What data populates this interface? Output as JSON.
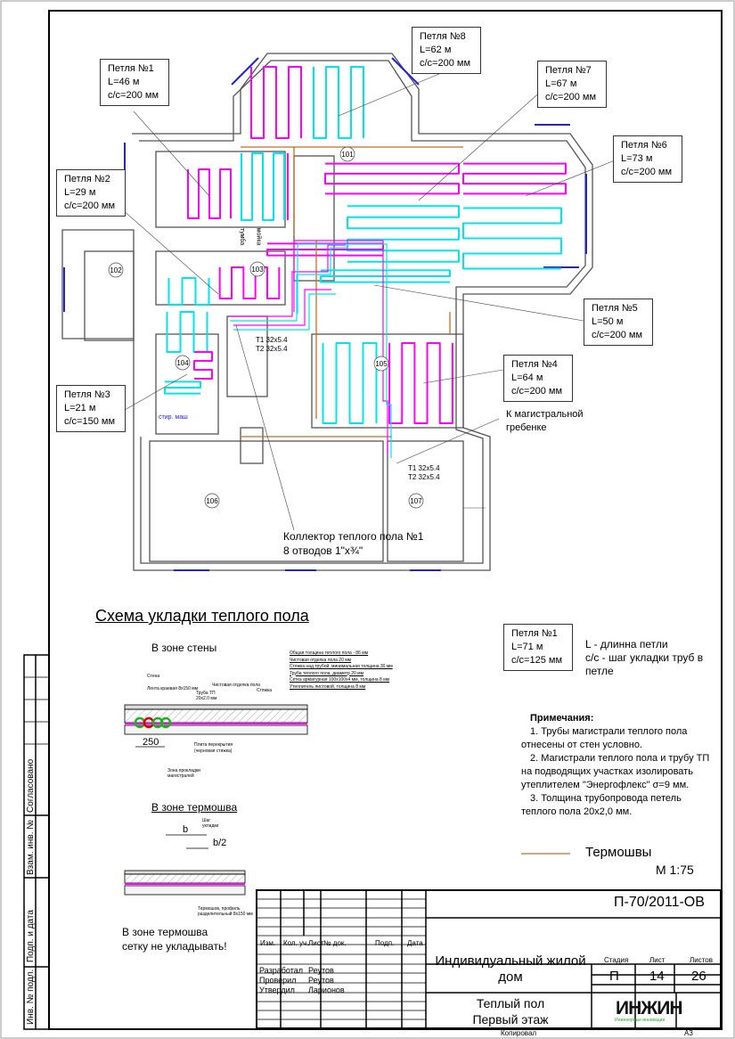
{
  "loops": [
    {
      "title": "Петля №1",
      "length": "L=46 м",
      "step": "с/с=200 мм"
    },
    {
      "title": "Петля №8",
      "length": "L=62 м",
      "step": "с/с=200 мм"
    },
    {
      "title": "Петля №7",
      "length": "L=67 м",
      "step": "с/с=200 мм"
    },
    {
      "title": "Петля №6",
      "length": "L=73 м",
      "step": "с/с=200 мм"
    },
    {
      "title": "Петля №2",
      "length": "L=29 м",
      "step": "с/с=200 мм"
    },
    {
      "title": "Петля №5",
      "length": "L=50 м",
      "step": "с/с=200 мм"
    },
    {
      "title": "Петля №4",
      "length": "L=64 м",
      "step": "с/с=200 мм"
    },
    {
      "title": "Петля №3",
      "length": "L=21 м",
      "step": "с/с=150 мм"
    }
  ],
  "rooms": [
    "101",
    "102",
    "103",
    "104",
    "105",
    "106",
    "107"
  ],
  "pipe_labels": {
    "t1": "Т1 32х5.4",
    "t2": "Т2 32х5.4"
  },
  "fixtures": {
    "washer": "стир. маш",
    "cabinet1": "тумба",
    "cabinet2": "мойка"
  },
  "main_manifold": [
    "К магистральной",
    "гребенке"
  ],
  "collector": [
    "Коллектор теплого пола №1",
    "8 отводов 1\"х¾\""
  ],
  "scheme_title": "Схема укладки теплого пола",
  "legend": {
    "example": {
      "title": "Петля №1",
      "length": "L=71 м",
      "step": "с/с=125 мм"
    },
    "explanation": [
      "L - длинна петли",
      "с/с - шаг укладки труб в",
      "петле"
    ]
  },
  "notes": {
    "title": "Примечания:",
    "lines": [
      "1. Трубы магистрали теплого пола",
      "отнесены от стен условно.",
      "2. Магистрали теплого пола и трубу ТП",
      "на подводящих участках изолировать",
      "утеплителем \"Энергофлекс\" σ=9 мм.",
      "3. Толщина трубопровода петель",
      "теплого пола 20х2,0 мм."
    ]
  },
  "thermal_joint_legend": "Термошвы",
  "scale": "М 1:75",
  "wall_section": {
    "title": "В зоне стены",
    "layers": [
      "Общая толщина теплого пола - 86 мм",
      "Чистовая отделка пола 20 мм",
      "Стяжка над трубой, минимальная толщина 30 мм",
      "Труба теплого пола, диаметр 20 мм",
      "Сетка арматурная 100х100х4 мм, толщина 8 мм",
      "Утеплитель листовой, толщина 8 мм"
    ],
    "labels": {
      "wall": "Стена",
      "edge_tape": "Лента краевая 8х150 мм",
      "pipe": "Труба ТП",
      "pipe_size": "20х2,0 мм",
      "finish": "Чистовая отделка пола",
      "screed": "Стяжка",
      "slab": "Плита перекрытия",
      "slab2": "(черновая стяжка)",
      "zone": "Зона прокладки",
      "zone2": "магистралей"
    },
    "dimension": "250"
  },
  "joint_section": {
    "title": "В зоне термошва",
    "b": "b",
    "b2": "b/2",
    "step1": "Шаг",
    "step2": "укладки",
    "profile1": "Термошов, профиль",
    "profile2": "разделительный 8х150 мм",
    "warning": [
      "В зоне термошва",
      "сетку не укладывать!"
    ]
  },
  "side_stamp": [
    "Согласовано",
    "Взам. инв. №",
    "Подп. и дата",
    "Инв. № подл."
  ],
  "title_block": {
    "code": "П-70/2011-ОВ",
    "headers": [
      "Изм.",
      "Кол. уч.",
      "Лист",
      "№ док.",
      "Подп.",
      "Дата"
    ],
    "roles": [
      [
        "Разработал",
        "Реутов"
      ],
      [
        "Проверил",
        "Реутов"
      ],
      [
        "Утвердил",
        "Ларионов"
      ]
    ],
    "project": [
      "Индивидуальный жилой",
      "дом"
    ],
    "sheet_title": [
      "Теплый пол",
      "Первый этаж"
    ],
    "stage_label": "Стадия",
    "sheet_label": "Лист",
    "sheets_label": "Листов",
    "stage": "П",
    "sheet": "14",
    "sheets": "26",
    "logo": "ИНЖИН",
    "logo_sub": "Инженерные инновации",
    "copied": "Копировал",
    "format": "А3"
  },
  "colors": {
    "magenta": "#ff00ff",
    "cyan": "#00e5ee",
    "wall": "#555555",
    "window": "#2222dd",
    "thermal": "#c07020"
  }
}
